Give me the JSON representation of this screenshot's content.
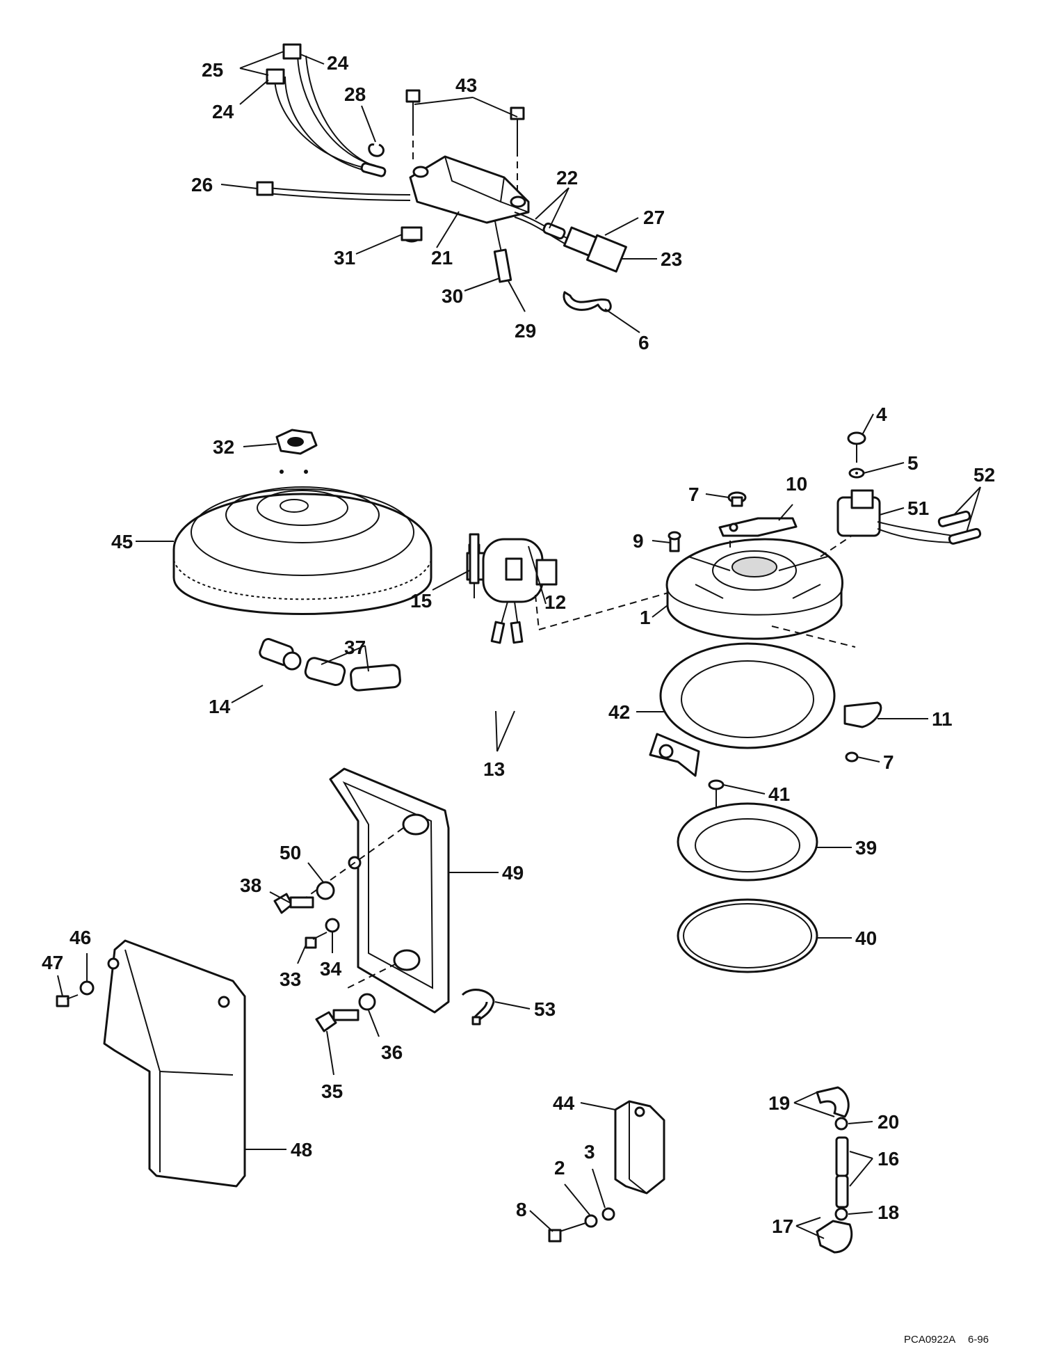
{
  "callouts": [
    {
      "id": "c25",
      "text": "25"
    },
    {
      "id": "c24a",
      "text": "24"
    },
    {
      "id": "c24b",
      "text": "24"
    },
    {
      "id": "c28",
      "text": "28"
    },
    {
      "id": "c43",
      "text": "43"
    },
    {
      "id": "c26",
      "text": "26"
    },
    {
      "id": "c22",
      "text": "22"
    },
    {
      "id": "c27",
      "text": "27"
    },
    {
      "id": "c21",
      "text": "21"
    },
    {
      "id": "c31",
      "text": "31"
    },
    {
      "id": "c23",
      "text": "23"
    },
    {
      "id": "c30",
      "text": "30"
    },
    {
      "id": "c29",
      "text": "29"
    },
    {
      "id": "c6",
      "text": "6"
    },
    {
      "id": "c32",
      "text": "32"
    },
    {
      "id": "c45",
      "text": "45"
    },
    {
      "id": "c15",
      "text": "15"
    },
    {
      "id": "c12",
      "text": "12"
    },
    {
      "id": "c37",
      "text": "37"
    },
    {
      "id": "c14",
      "text": "14"
    },
    {
      "id": "c13",
      "text": "13"
    },
    {
      "id": "c4",
      "text": "4"
    },
    {
      "id": "c5",
      "text": "5"
    },
    {
      "id": "c52",
      "text": "52"
    },
    {
      "id": "c7a",
      "text": "7"
    },
    {
      "id": "c10",
      "text": "10"
    },
    {
      "id": "c51",
      "text": "51"
    },
    {
      "id": "c9",
      "text": "9"
    },
    {
      "id": "c1",
      "text": "1"
    },
    {
      "id": "c42",
      "text": "42"
    },
    {
      "id": "c11",
      "text": "11"
    },
    {
      "id": "c7b",
      "text": "7"
    },
    {
      "id": "c41",
      "text": "41"
    },
    {
      "id": "c39",
      "text": "39"
    },
    {
      "id": "c40",
      "text": "40"
    },
    {
      "id": "c50",
      "text": "50"
    },
    {
      "id": "c49",
      "text": "49"
    },
    {
      "id": "c38",
      "text": "38"
    },
    {
      "id": "c46",
      "text": "46"
    },
    {
      "id": "c47",
      "text": "47"
    },
    {
      "id": "c33",
      "text": "33"
    },
    {
      "id": "c34",
      "text": "34"
    },
    {
      "id": "c53",
      "text": "53"
    },
    {
      "id": "c35",
      "text": "35"
    },
    {
      "id": "c36",
      "text": "36"
    },
    {
      "id": "c48",
      "text": "48"
    },
    {
      "id": "c44",
      "text": "44"
    },
    {
      "id": "c2",
      "text": "2"
    },
    {
      "id": "c3",
      "text": "3"
    },
    {
      "id": "c8",
      "text": "8"
    },
    {
      "id": "c19",
      "text": "19"
    },
    {
      "id": "c20",
      "text": "20"
    },
    {
      "id": "c16",
      "text": "16"
    },
    {
      "id": "c18",
      "text": "18"
    },
    {
      "id": "c17",
      "text": "17"
    }
  ],
  "footer": {
    "code": "PCA0922A",
    "date": "6-96"
  }
}
